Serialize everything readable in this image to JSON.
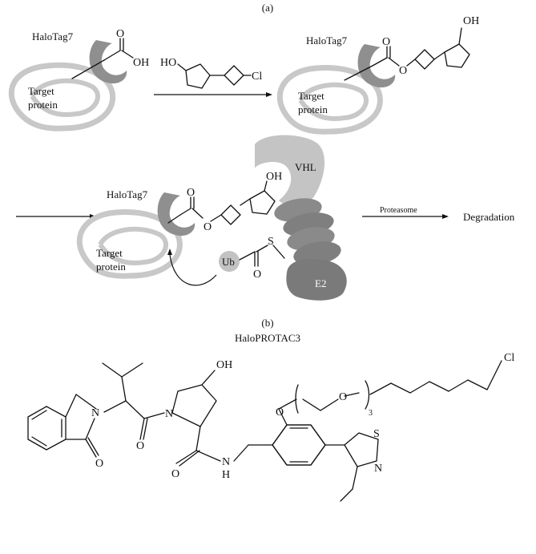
{
  "panel_a": {
    "label": "(a)",
    "halotag_1": "HaloTag7",
    "target_1_line1": "Target",
    "target_1_line2": "protein",
    "acid_O": "O",
    "acid_OH": "OH",
    "reagent_HO": "HO",
    "reagent_Cl": "Cl",
    "halotag_2": "HaloTag7",
    "target_2_line1": "Target",
    "target_2_line2": "protein",
    "ester_O_top": "O",
    "ester_O_link": "O",
    "product_OH": "OH"
  },
  "panel_a2": {
    "halotag_3": "HaloTag7",
    "target_3_line1": "Target",
    "target_3_line2": "protein",
    "ester_O_top": "O",
    "ester_O_link": "O",
    "complex_OH": "OH",
    "vhl": "VHL",
    "ub": "Ub",
    "thio_S": "S",
    "thio_O": "O",
    "e2": "E2",
    "proteasome": "Proteasome",
    "degradation": "Degradation"
  },
  "panel_b": {
    "label": "(b)",
    "title": "HaloPROTAC3",
    "OH": "OH",
    "Cl": "Cl",
    "N_isoindolinone": "N",
    "O_isoindolinone": "O",
    "O_amide1": "O",
    "N_pyrrolidine": "N",
    "O_amide2": "O",
    "NH": "N",
    "H": "H",
    "O_ether1": "O",
    "O_ether2": "O",
    "subscript_3": "3",
    "S_thiazole": "S",
    "N_thiazole": "N"
  },
  "colors": {
    "ribbon": "#c8c8c8",
    "halotag": "#8f8f8f",
    "vhl": "#c4c4c4",
    "ub": "#c2c2c2",
    "e2": "#7a7a7a",
    "e2_stack": "#8a8a8a"
  }
}
